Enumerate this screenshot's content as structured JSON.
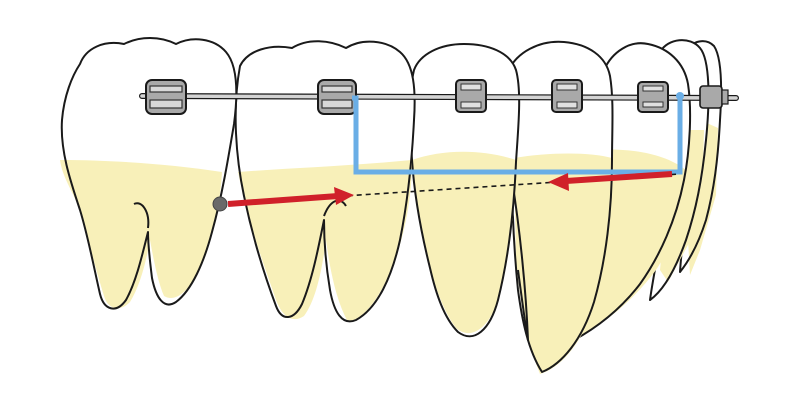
{
  "diagram": {
    "colors": {
      "background": "#ffffff",
      "outline": "#1a1a1a",
      "root": "#f8f0b9",
      "crown": "#ffffff",
      "archwire": "#c8c8c8",
      "bracket": "#9a9a9a",
      "spring": "#6aaee6",
      "force": "#d0202a",
      "anchor": "#6a6a6a"
    },
    "teeth": [
      {
        "name": "molar-second"
      },
      {
        "name": "molar-first"
      },
      {
        "name": "premolar-second"
      },
      {
        "name": "premolar-first"
      },
      {
        "name": "canine"
      },
      {
        "name": "incisor-lateral"
      },
      {
        "name": "incisor-central"
      }
    ],
    "brackets": [
      {
        "name": "molar-tube-1"
      },
      {
        "name": "molar-tube-2"
      },
      {
        "name": "premolar-bracket-1"
      },
      {
        "name": "premolar-bracket-2"
      },
      {
        "name": "canine-bracket"
      },
      {
        "name": "incisor-bracket"
      }
    ],
    "force_vectors": [
      {
        "name": "distal-force",
        "direction": "right"
      },
      {
        "name": "mesial-force",
        "direction": "left"
      }
    ]
  }
}
